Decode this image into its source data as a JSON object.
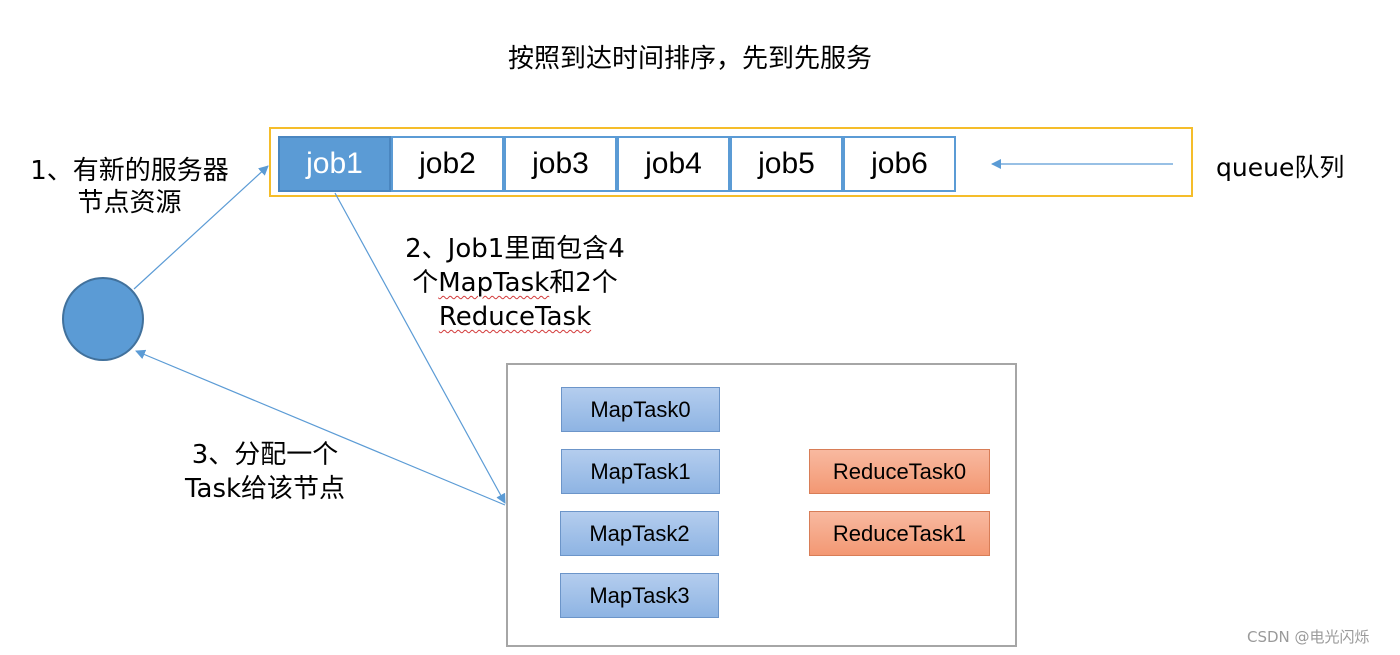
{
  "title": "按照到达时间排序，先到先服务",
  "queue": {
    "jobs": [
      "job1",
      "job2",
      "job3",
      "job4",
      "job5",
      "job6"
    ],
    "label": "queue队列"
  },
  "steps": {
    "step1_line1": "1、有新的服务器",
    "step1_line2": "节点资源",
    "step2_line1": "2、Job1里面包含4",
    "step2_line2_pre": "个",
    "step2_line2_map": "MapTask",
    "step2_line2_post": "和2个",
    "step2_line3": "ReduceTask",
    "step3_line1": "3、分配一个",
    "step3_line2": "Task给该节点"
  },
  "tasks": {
    "map": [
      "MapTask0",
      "MapTask1",
      "MapTask2",
      "MapTask3"
    ],
    "reduce": [
      "ReduceTask0",
      "ReduceTask1"
    ]
  },
  "watermark": "CSDN @电光闪烁",
  "colors": {
    "job_active": "#5b9bd5",
    "queue_border": "#f5bd2a",
    "map_task": "#8eb4e3",
    "reduce_task": "#f39873",
    "arrow": "#5b9bd5"
  }
}
